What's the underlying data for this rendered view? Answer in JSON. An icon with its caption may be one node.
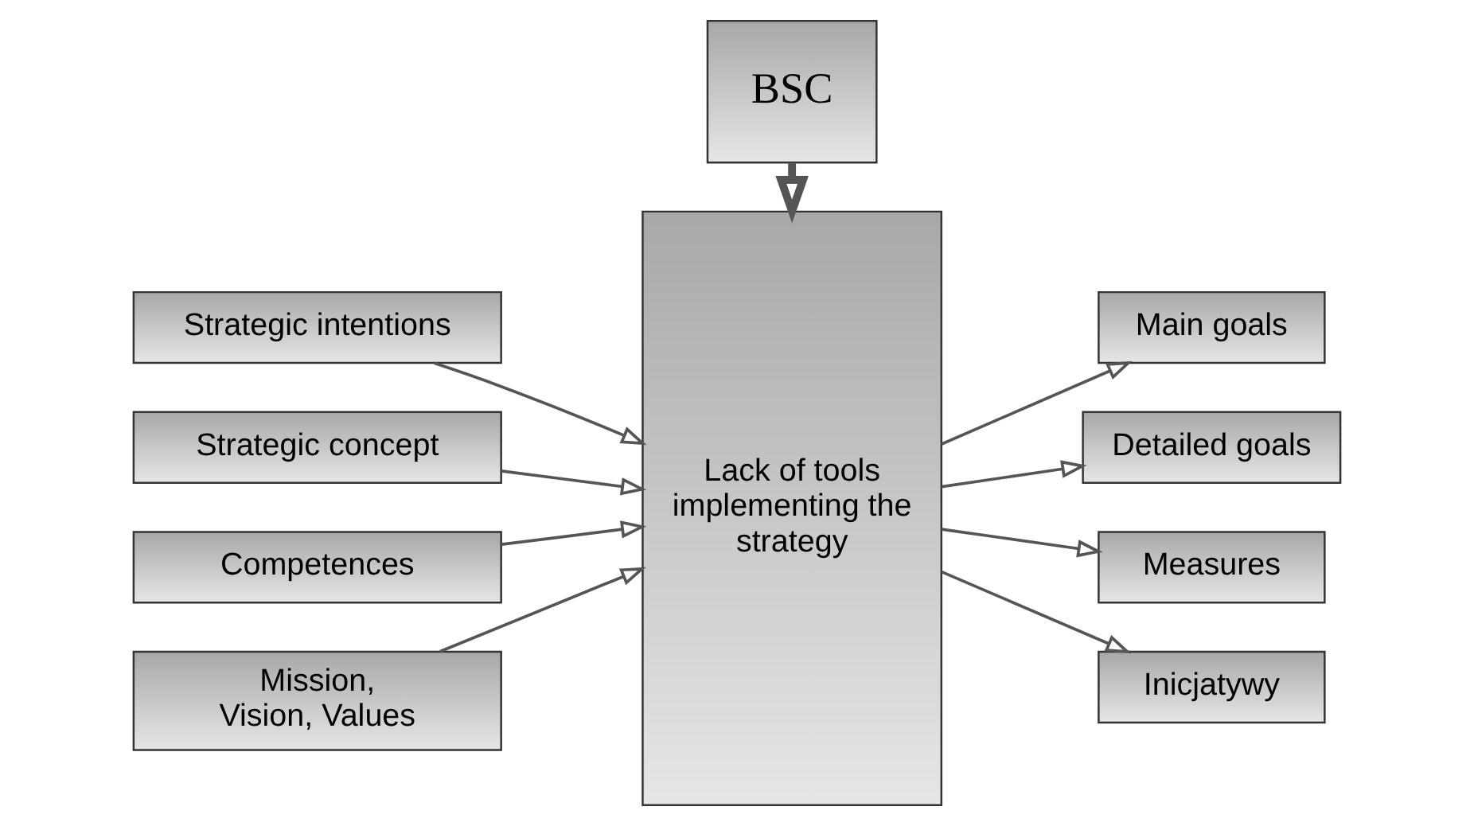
{
  "diagram": {
    "nodes": [
      {
        "text": [
          "Strategic intentions"
        ]
      },
      {
        "text": [
          "Strategic concept"
        ]
      },
      {
        "text": [
          "Competences"
        ]
      },
      {
        "text": [
          "Mission, Vision, Values"
        ]
      },
      {
        "text": [
          "Lack of tools implementing the strategy"
        ]
      },
      {
        "text": [
          "Main goals"
        ]
      },
      {
        "text": [
          "Detailed goals"
        ]
      },
      {
        "text": [
          "Measures"
        ]
      },
      {
        "text": [
          "Inicjatywy"
        ]
      },
      {
        "text": [
          "BSC"
        ]
      }
    ],
    "edges": [
      {
        "from": 0,
        "to": 4,
        "arrow": "to"
      },
      {
        "from": 1,
        "to": 4,
        "arrow": "to"
      },
      {
        "from": 2,
        "to": 4,
        "arrow": "to"
      },
      {
        "from": 3,
        "to": 4,
        "arrow": "to"
      },
      {
        "from": 4,
        "to": 5,
        "arrow": "to"
      },
      {
        "from": 4,
        "to": 6,
        "arrow": "to"
      },
      {
        "from": 4,
        "to": 7,
        "arrow": "to"
      },
      {
        "from": 4,
        "to": 8,
        "arrow": "to"
      },
      {
        "from": 9,
        "to": 4,
        "arrow": "to",
        "style": "thick"
      }
    ]
  }
}
